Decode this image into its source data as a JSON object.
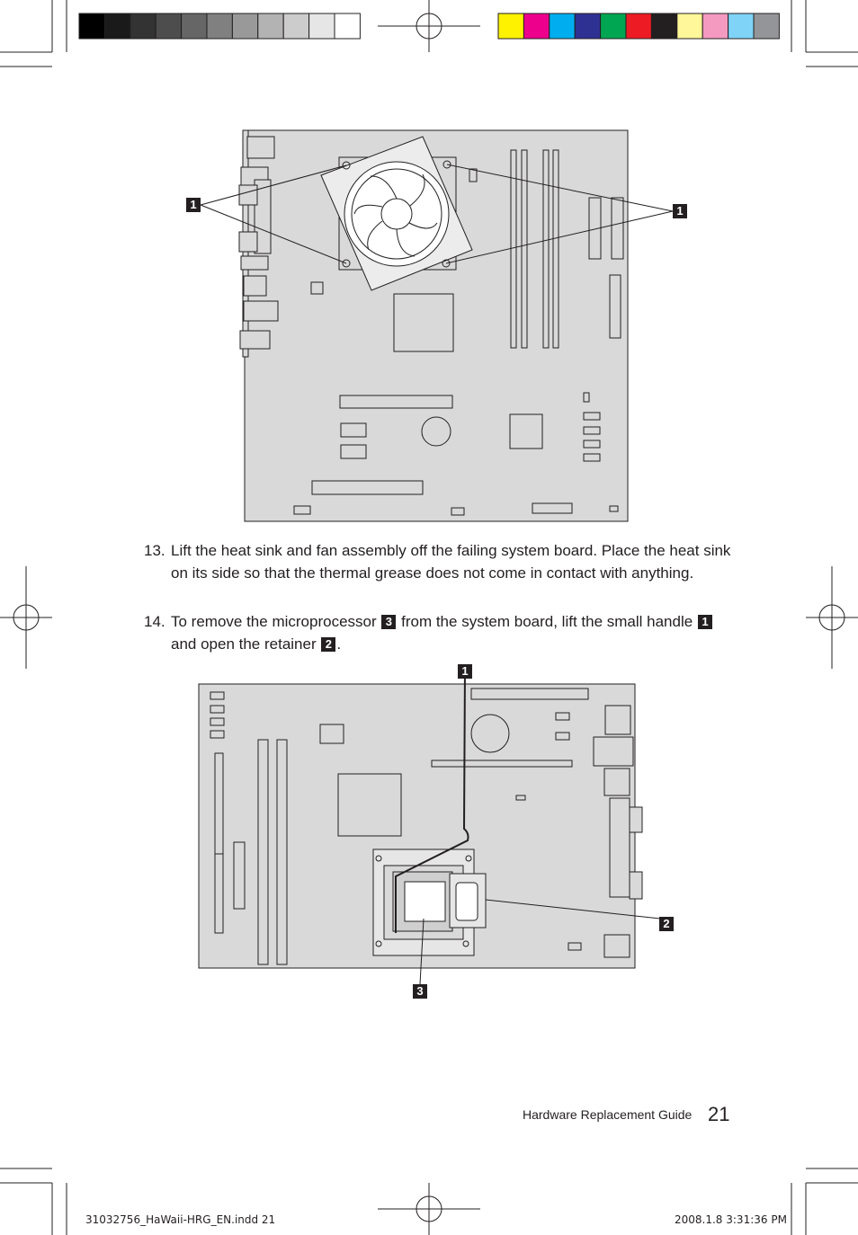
{
  "print_marks": {
    "grayscale_colors": [
      "#000000",
      "#1a1a1a",
      "#333333",
      "#4d4d4d",
      "#666666",
      "#808080",
      "#999999",
      "#b3b3b3",
      "#cccccc",
      "#e6e6e6",
      "#ffffff"
    ],
    "color_bar_colors": [
      "#fff200",
      "#ec008c",
      "#00aeef",
      "#2e3192",
      "#00a651",
      "#ed1c24",
      "#231f20",
      "#fff799",
      "#f49ac1",
      "#7fd3f7",
      "#939598"
    ]
  },
  "figure1": {
    "callout_left": "1",
    "callout_right": "1"
  },
  "steps": [
    {
      "number": "13.",
      "text": "Lift the heat sink and fan assembly off the failing system board. Place the heat sink on its side so that the thermal grease does not come in contact with anything."
    },
    {
      "number": "14.",
      "text_a": "To remove the microprocessor",
      "badge_a": "3",
      "text_b": "from the system board, lift the small handle",
      "badge_b": "1",
      "text_c": "and open the retainer",
      "badge_c": "2",
      "text_d": "."
    }
  ],
  "figure2": {
    "callout_top": "1",
    "callout_right": "2",
    "callout_bottom": "3"
  },
  "footer": {
    "guide_title": "Hardware Replacement Guide",
    "page_number": "21"
  },
  "slug": {
    "file_info": "31032756_HaWaii-HRG_EN.indd   21",
    "timestamp": "2008.1.8   3:31:36 PM"
  }
}
